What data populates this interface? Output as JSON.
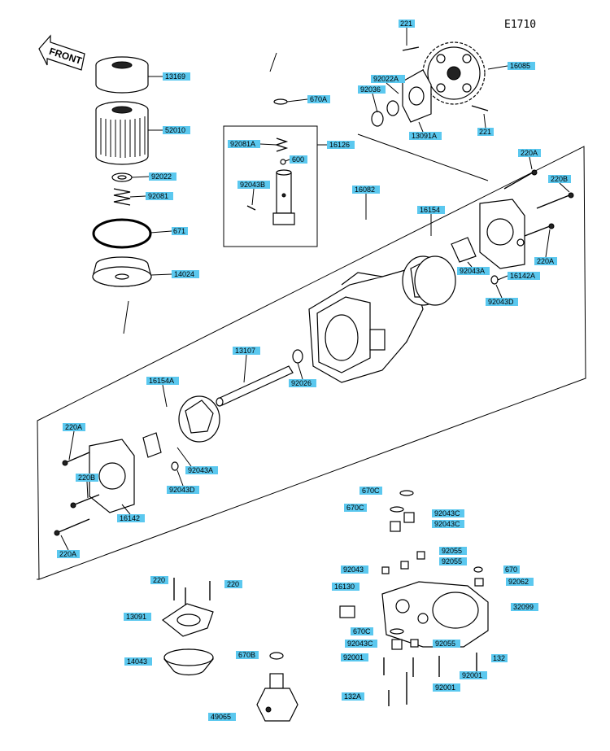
{
  "drawing_code": "E1710",
  "front_label": "FRONT",
  "part_labels": {
    "p221_top": "221",
    "p16085": "16085",
    "p92022A": "92022A",
    "p92036": "92036",
    "p13091A": "13091A",
    "p221_bot": "221",
    "p13169": "13169",
    "p52010": "52010",
    "p92022": "92022",
    "p92081": "92081",
    "p671": "671",
    "p14024": "14024",
    "p670A": "670A",
    "p92081A": "92081A",
    "p16126": "16126",
    "p600": "600",
    "p92043B": "92043B",
    "p16082": "16082",
    "p220A_1": "220A",
    "p220B_1": "220B",
    "p16154": "16154",
    "p92043A_1": "92043A",
    "p220A_2": "220A",
    "p16142A": "16142A",
    "p92043D_1": "92043D",
    "p13107": "13107",
    "p92026": "92026",
    "p16154A": "16154A",
    "p220A_3": "220A",
    "p92043A_2": "92043A",
    "p220B_2": "220B",
    "p92043D_2": "92043D",
    "p16142": "16142",
    "p220A_4": "220A",
    "p670C_1": "670C",
    "p670C_2": "670C",
    "p92043C_1": "92043C",
    "p92043C_2": "92043C",
    "p92055_1": "92055",
    "p92055_2": "92055",
    "p92043": "92043",
    "p670": "670",
    "p92062": "92062",
    "p16130": "16130",
    "p32099": "32099",
    "p670C_3": "670C",
    "p92043C_3": "92043C",
    "p92055_3": "92055",
    "p92001_1": "92001",
    "p132": "132",
    "p92001_2": "92001",
    "p92001_3": "92001",
    "p132A": "132A",
    "p220_1": "220",
    "p220_2": "220",
    "p13091": "13091",
    "p14043": "14043",
    "p670B": "670B",
    "p49065": "49065"
  }
}
